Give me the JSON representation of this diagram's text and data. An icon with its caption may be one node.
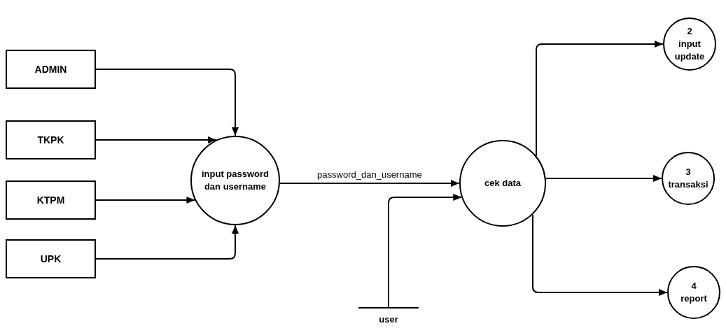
{
  "diagram": {
    "nodes": [
      {
        "text": [
          "ADMIN"
        ]
      },
      {
        "text": [
          "TKPK"
        ]
      },
      {
        "text": [
          "KTPM"
        ]
      },
      {
        "text": [
          "UPK"
        ]
      },
      {
        "text": [
          "input password dan username"
        ]
      },
      {
        "text": [
          "cek data"
        ]
      },
      {
        "text": [
          "user"
        ]
      },
      {
        "text": [
          "2",
          "input update"
        ]
      },
      {
        "text": [
          "3",
          "transaksi"
        ]
      },
      {
        "text": [
          "4",
          "report"
        ]
      }
    ],
    "edges": [
      {
        "from": 0,
        "to": 4,
        "arrow": "to"
      },
      {
        "from": 1,
        "to": 4,
        "arrow": "to"
      },
      {
        "from": 2,
        "to": 4,
        "arrow": "to"
      },
      {
        "from": 3,
        "to": 4,
        "arrow": "to"
      },
      {
        "from": 4,
        "to": 5,
        "arrow": "to",
        "label": "password_dan_username"
      },
      {
        "from": 6,
        "to": 5,
        "arrow": "to"
      },
      {
        "from": 5,
        "to": 7,
        "arrow": "to"
      },
      {
        "from": 5,
        "to": 8,
        "arrow": "to"
      },
      {
        "from": 5,
        "to": 9,
        "arrow": "to"
      }
    ]
  }
}
